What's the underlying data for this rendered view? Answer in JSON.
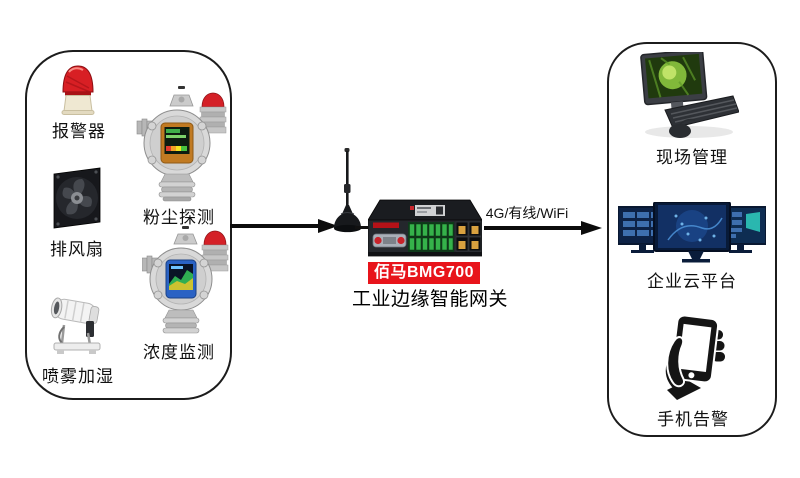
{
  "left_panel": {
    "items": [
      {
        "label": "报警器"
      },
      {
        "label": "粉尘探测"
      },
      {
        "label": "排风扇"
      },
      {
        "label": "浓度监测"
      },
      {
        "label": "喷雾加湿"
      }
    ]
  },
  "gateway": {
    "model": "佰马BMG700",
    "subtitle": "工业边缘智能网关",
    "accent_color": "#e8141b"
  },
  "connections": {
    "right_link_label": "4G/有线/WiFi"
  },
  "right_panel": {
    "items": [
      {
        "label": "现场管理"
      },
      {
        "label": "企业云平台"
      },
      {
        "label": "手机告警"
      }
    ]
  },
  "colors": {
    "line": "#111111",
    "background": "#ffffff"
  }
}
